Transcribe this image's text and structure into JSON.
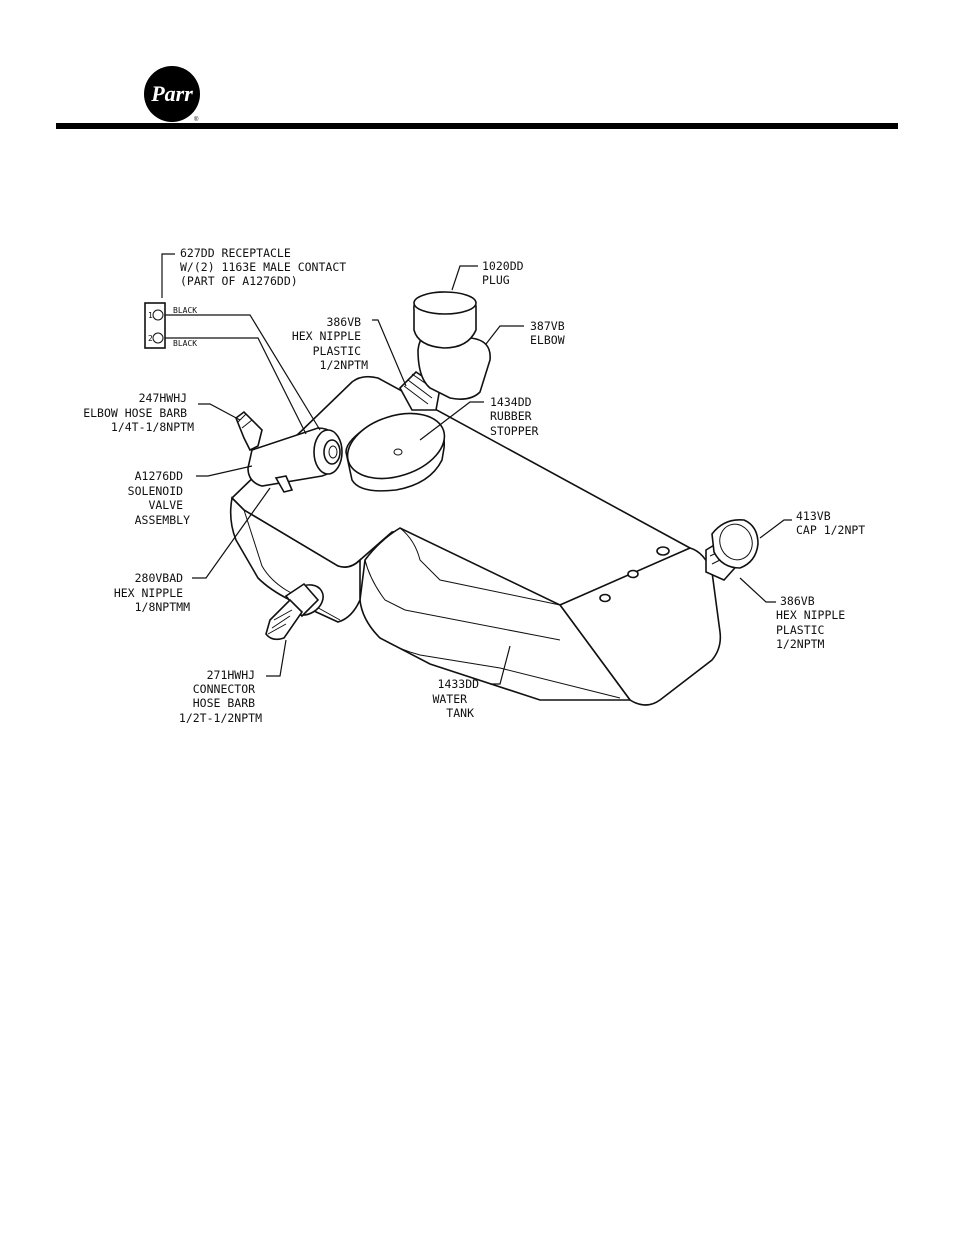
{
  "header": {
    "logo_text": "Parr",
    "logo_mark": "®"
  },
  "labels": {
    "receptacle": [
      "627DD RECEPTACLE",
      "W/(2) 1163E MALE CONTACT",
      "(PART OF A1276DD)"
    ],
    "wire1": "BLACK",
    "wire2": "BLACK",
    "pin1": "1",
    "pin2": "2",
    "plug": [
      "1020DD",
      "PLUG"
    ],
    "elbow": [
      "387VB",
      "ELBOW"
    ],
    "hex_nipple_top": [
      "386VB",
      "HEX NIPPLE",
      "PLASTIC",
      "1/2NPTM"
    ],
    "stopper": [
      "1434DD",
      "RUBBER",
      "STOPPER"
    ],
    "elbow_hose_barb": [
      "247HWHJ",
      "ELBOW HOSE BARB",
      "1/4T-1/8NPTM"
    ],
    "solenoid": [
      "A1276DD",
      "SOLENOID",
      "VALVE",
      "ASSEMBLY"
    ],
    "hex_nipple_small": [
      "280VBAD",
      "HEX NIPPLE",
      "1/8NPTMM"
    ],
    "connector": [
      "271HWHJ",
      "CONNECTOR",
      "HOSE BARB",
      "1/2T-1/2NPTM"
    ],
    "water_tank": [
      "1433DD",
      "WATER",
      "TANK"
    ],
    "cap": [
      "413VB",
      "CAP 1/2NPT"
    ],
    "hex_nipple_right": [
      "386VB",
      "HEX NIPPLE",
      "PLASTIC",
      "1/2NPTM"
    ]
  }
}
